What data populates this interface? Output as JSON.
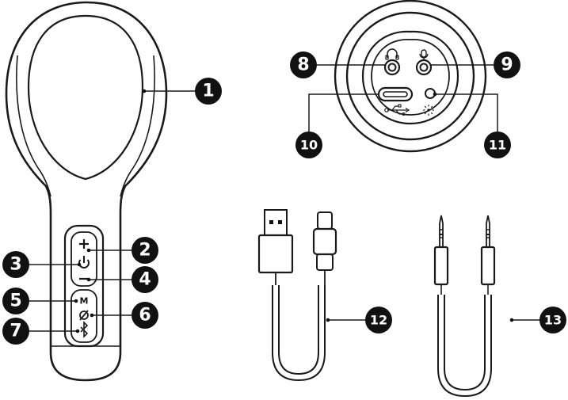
{
  "callouts": {
    "c1": "1",
    "c2": "2",
    "c3": "3",
    "c4": "4",
    "c5": "5",
    "c6": "6",
    "c7": "7",
    "c8": "8",
    "c9": "9",
    "c10": "10",
    "c11": "11",
    "c12": "12",
    "c13": "13"
  },
  "buttons": {
    "mode": "M"
  },
  "icons": {
    "plus": "plus-icon",
    "power": "power-icon",
    "minus": "minus-icon",
    "echo": "echo-icon",
    "bluetooth": "bluetooth-icon",
    "headphones": "headphones-icon",
    "microphone": "microphone-icon",
    "usb": "usb-icon",
    "light": "light-icon"
  },
  "colors": {
    "ink": "#111111",
    "paper": "#ffffff"
  }
}
